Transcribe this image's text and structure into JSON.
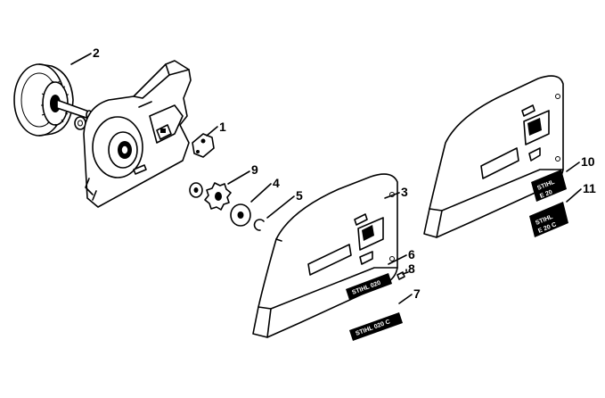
{
  "callouts": [
    {
      "id": "c1",
      "label": "1"
    },
    {
      "id": "c2",
      "label": "2"
    },
    {
      "id": "c3",
      "label": "3"
    },
    {
      "id": "c4",
      "label": "4"
    },
    {
      "id": "c5",
      "label": "5"
    },
    {
      "id": "c6",
      "label": "6"
    },
    {
      "id": "c7",
      "label": "7"
    },
    {
      "id": "c8",
      "label": "8"
    },
    {
      "id": "c9",
      "label": "9"
    },
    {
      "id": "c10",
      "label": "10"
    },
    {
      "id": "c11",
      "label": "11"
    }
  ],
  "decals": {
    "d6": "STIHL 020",
    "d7": "STIHL 020 C",
    "d10a": "STIHL",
    "d10b": "E 20",
    "d11a": "STIHL",
    "d11b": "E 20 C"
  }
}
